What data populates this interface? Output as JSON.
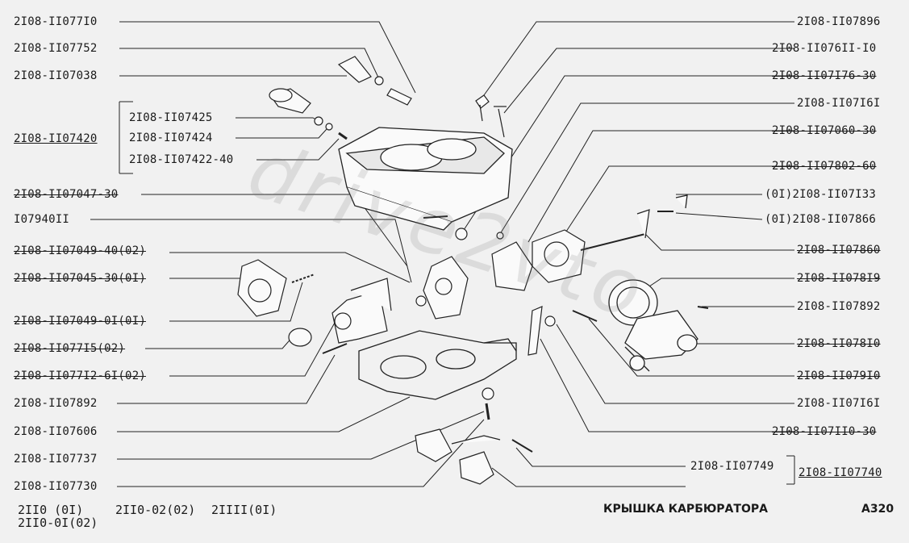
{
  "diagram": {
    "title": "КРЫШКА КАРБЮРАТОРА",
    "page_code": "A320",
    "watermark": "drive2vto",
    "models": [
      "2II0   (0I)",
      "2II0-02(02)",
      "2IIII(0I)",
      "2II0-0I(02)"
    ],
    "left_labels": [
      "2I08-II077I0",
      "2I08-II07752",
      "2I08-II07038",
      "2I08-II07425",
      "2I08-II07420",
      "2I08-II07424",
      "2I08-II07422-40",
      "2I08-II07047-30",
      "I07940II",
      "2I08-II07049-40(02)",
      "2I08-II07045-30(0I)",
      "2I08-II07049-0I(0I)",
      "2I08-II077I5(02)",
      "2I08-II077I2-6I(02)",
      "2I08-II07892",
      "2I08-II07606",
      "2I08-II07737",
      "2I08-II07730"
    ],
    "right_labels": [
      "2I08-II07896",
      "2I08-II076II-I0",
      "2I08-II07I76-30",
      "2I08-II07I6I",
      "2I08-II07060-30",
      "2I08-II07802-60",
      "(0I)2I08-II07I33",
      "(0I)2I08-II07866",
      "2I08-II07860",
      "2I08-II078I9",
      "2I08-II07892",
      "2I08-II078I0",
      "2I08-II079I0",
      "2I08-II07I6I",
      "2I08-II07II0-30",
      "2I08-II07749",
      "2I08-II07740"
    ]
  }
}
